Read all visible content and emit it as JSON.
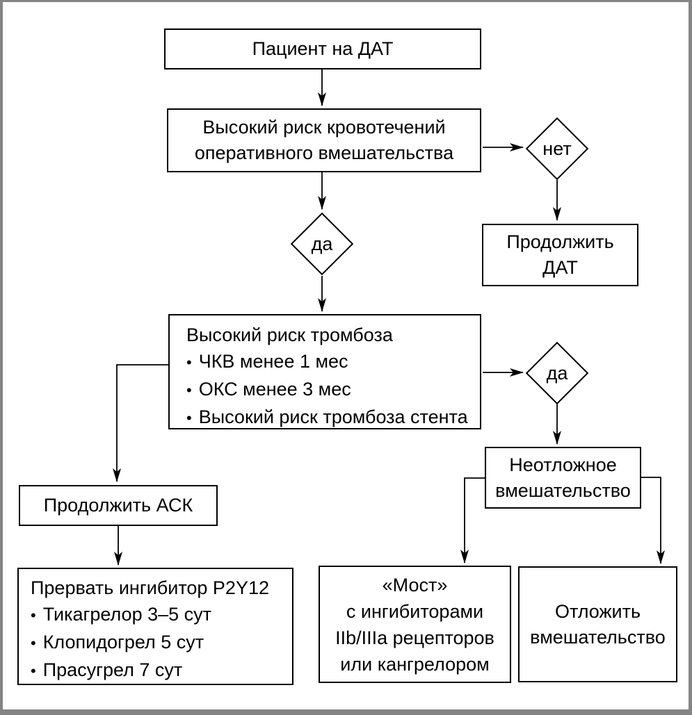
{
  "glyphs": {
    "bullet": "•"
  },
  "colors": {
    "line": "#000000",
    "box_border": "#000000",
    "background": "#ffffff",
    "frame": "#848484",
    "text": "#000000"
  },
  "nodes": {
    "patient": {
      "label": "Пациент на ДАТ"
    },
    "bleeding_risk": {
      "lines": [
        "Высокий риск кровотечений",
        "оперативного вмешательства"
      ]
    },
    "decision_no": {
      "label": "нет"
    },
    "continue_dat": {
      "lines": [
        "Продолжить",
        "ДАТ"
      ]
    },
    "decision_yes_top": {
      "label": "да"
    },
    "thrombosis_risk": {
      "title": "Высокий риск тромбоза",
      "items": [
        "ЧКВ менее 1 мес",
        "ОКС менее 3 мес",
        "Высокий риск тромбоза стента"
      ]
    },
    "decision_yes_right": {
      "label": "да"
    },
    "continue_ask": {
      "label": "Продолжить АСК"
    },
    "interrupt_p2y12": {
      "title": "Прервать ингибитор P2Y12",
      "items": [
        "Тикагрелор 3–5 сут",
        "Клопидогрел 5 сут",
        "Прасугрел 7 сут"
      ]
    },
    "urgent_intervention": {
      "lines": [
        "Неотложное",
        "вмешательство"
      ]
    },
    "bridge": {
      "lines": [
        "«Мост»",
        "с ингибиторами",
        "IIb/IIIa рецепторов",
        "или кангрелором"
      ]
    },
    "postpone": {
      "lines": [
        "Отложить",
        "вмешательство"
      ]
    }
  }
}
